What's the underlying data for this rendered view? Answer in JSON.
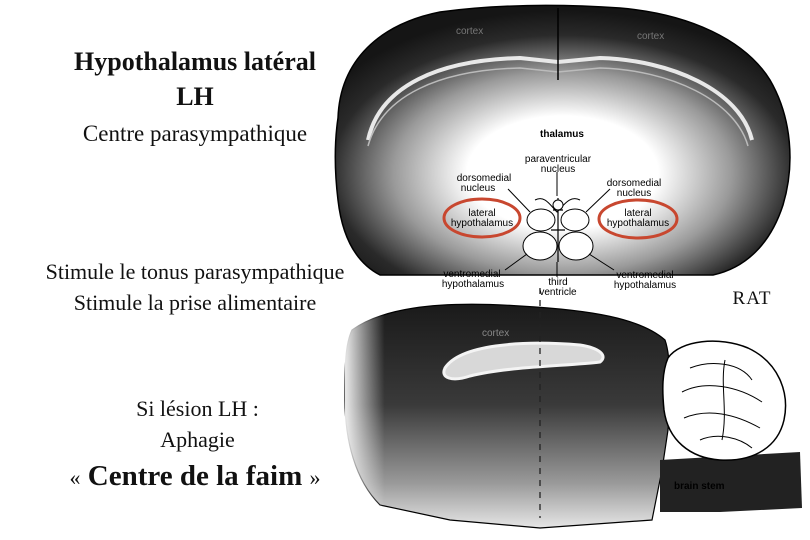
{
  "left_text": {
    "title_line1": "Hypothalamus latéral",
    "title_line2": "LH",
    "centre": "Centre parasympathique",
    "stim_line1": "Stimule le tonus parasympathique",
    "stim_line2": "Stimule la prise alimentaire",
    "lesion_line1": "Si lésion LH :",
    "lesion_line2": "Aphagie",
    "faim_open": "«",
    "faim_text": "Centre de la faim",
    "faim_close": "»"
  },
  "species_label": "RAT",
  "coronal_labels": {
    "cortex_left": "cortex",
    "cortex_right": "cortex",
    "thalamus": "thalamus",
    "paraventricular_1": "paraventricular",
    "paraventricular_2": "nucleus",
    "dm_left_1": "dorsomedial",
    "dm_left_2": "nucleus",
    "dm_right_1": "dorsomedial",
    "dm_right_2": "nucleus",
    "lh_left_1": "lateral",
    "lh_left_2": "hypothalamus",
    "lh_right_1": "lateral",
    "lh_right_2": "hypothalamus",
    "vmh_left_1": "ventromedial",
    "vmh_left_2": "hypothalamus",
    "third_1": "third",
    "third_2": "ventricle",
    "vmh_right_1": "ventromedial",
    "vmh_right_2": "hypothalamus"
  },
  "sagittal_labels": {
    "cortex": "cortex",
    "brain_stem": "brain stem"
  },
  "colors": {
    "highlight_circle": "#c8472f",
    "tissue_dark": "#1e1e1e",
    "tissue_mid": "#6a6a6a"
  }
}
